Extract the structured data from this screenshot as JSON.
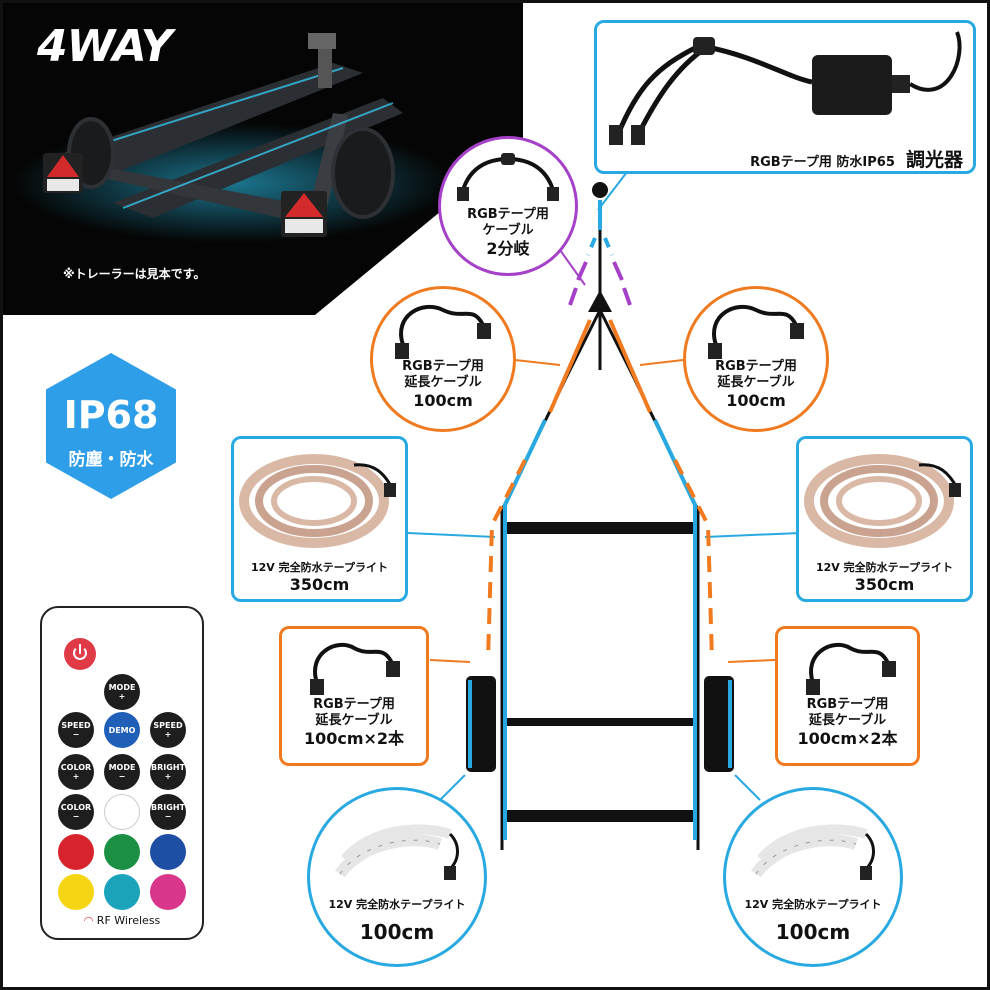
{
  "hero": {
    "title": "4WAY",
    "note": "※トレーラーは見本です。"
  },
  "badge": {
    "rating": "IP68",
    "desc": "防塵・防水"
  },
  "dimmer": {
    "label_a": "RGBテープ用 防水IP65",
    "label_b": "調光器"
  },
  "splitter": {
    "l1": "RGBテープ用",
    "l2": "ケーブル",
    "l3": "2分岐"
  },
  "ext_top_left": {
    "l1": "RGBテープ用",
    "l2": "延長ケーブル",
    "l3": "100cm"
  },
  "ext_top_right": {
    "l1": "RGBテープ用",
    "l2": "延長ケーブル",
    "l3": "100cm"
  },
  "tape_mid_left": {
    "l1": "12V 完全防水テープライト",
    "l2": "350cm"
  },
  "tape_mid_right": {
    "l1": "12V 完全防水テープライト",
    "l2": "350cm"
  },
  "ext_low_left": {
    "l1": "RGBテープ用",
    "l2": "延長ケーブル",
    "l3": "100cm×2本"
  },
  "ext_low_right": {
    "l1": "RGBテープ用",
    "l2": "延長ケーブル",
    "l3": "100cm×2本"
  },
  "tape_bot_left": {
    "l1": "12V 完全防水テープライト",
    "l2": "100cm"
  },
  "tape_bot_right": {
    "l1": "12V 完全防水テープライト",
    "l2": "100cm"
  },
  "remote": {
    "buttons": {
      "mode_up": "MODE\n+",
      "speed_down": "SPEED\n−",
      "demo": "DEMO",
      "speed_up": "SPEED\n+",
      "color_up": "COLOR\n+",
      "mode_down": "MODE\n−",
      "bright_up": "BRIGHT\n+",
      "color_down": "COLOR\n−",
      "bright_down": "BRIGHT\n−"
    },
    "wireless": "RF Wireless",
    "colors": [
      "#ffffff",
      "#d8222e",
      "#1b8f43",
      "#1f4ea5",
      "#f5d514",
      "#1aa3bb",
      "#d8368b"
    ]
  },
  "colors": {
    "blue": "#29a9e1",
    "orange": "#f07a1f",
    "purple": "#a540c9",
    "badge": "#2f9ee8"
  }
}
